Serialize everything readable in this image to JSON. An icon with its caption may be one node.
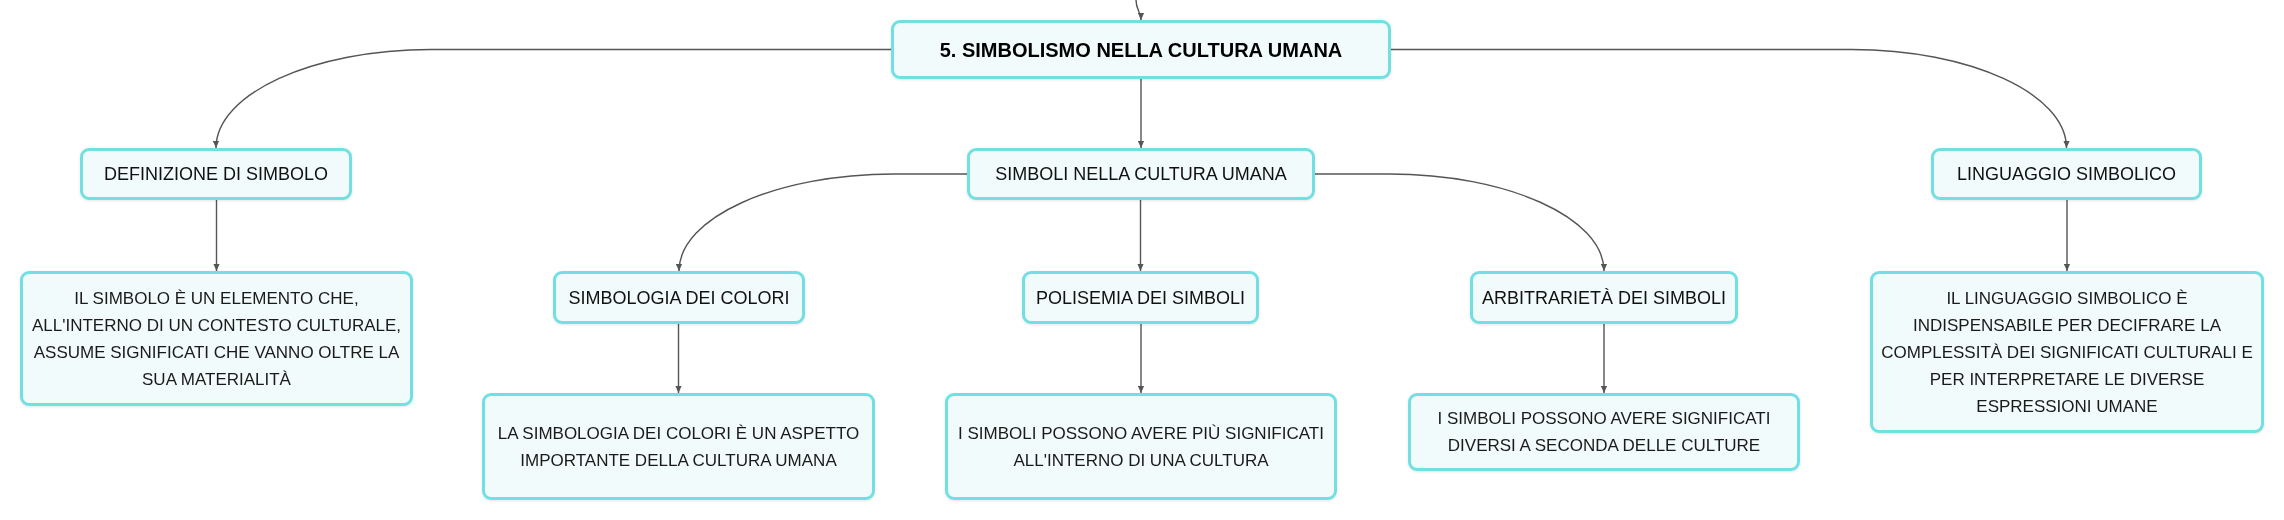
{
  "diagram": {
    "nodes": [
      {
        "text": [
          "5. SIMBOLISMO NELLA CULTURA UMANA"
        ]
      },
      {
        "text": [
          "DEFINIZIONE DI SIMBOLO"
        ]
      },
      {
        "text": [
          "SIMBOLI NELLA CULTURA UMANA"
        ]
      },
      {
        "text": [
          "LINGUAGGIO SIMBOLICO"
        ]
      },
      {
        "text": [
          "IL SIMBOLO È UN ELEMENTO CHE, ALL'INTERNO DI UN CONTESTO CULTURALE, ASSUME SIGNIFICATI CHE VANNO OLTRE LA SUA MATERIALITÀ"
        ]
      },
      {
        "text": [
          "SIMBOLOGIA DEI COLORI"
        ]
      },
      {
        "text": [
          "POLISEMIA DEI SIMBOLI"
        ]
      },
      {
        "text": [
          "ARBITRARIETÀ DEI SIMBOLI"
        ]
      },
      {
        "text": [
          "IL LINGUAGGIO SIMBOLICO È INDISPENSABILE PER DECIFRARE LA COMPLESSITÀ DEI SIGNIFICATI CULTURALI E PER INTERPRETARE LE DIVERSE ESPRESSIONI UMANE"
        ]
      },
      {
        "text": [
          "LA SIMBOLOGIA DEI COLORI È UN ASPETTO IMPORTANTE DELLA CULTURA UMANA"
        ]
      },
      {
        "text": [
          "I SIMBOLI POSSONO AVERE PIÙ SIGNIFICATI ALL'INTERNO DI UNA CULTURA"
        ]
      },
      {
        "text": [
          "I SIMBOLI POSSONO AVERE SIGNIFICATI DIVERSI A SECONDA DELLE CULTURE"
        ]
      }
    ],
    "edges": [
      {
        "from": null,
        "to": 0,
        "arrow": "to"
      },
      {
        "from": 0,
        "to": 1,
        "arrow": "to"
      },
      {
        "from": 0,
        "to": 2,
        "arrow": "to"
      },
      {
        "from": 0,
        "to": 3,
        "arrow": "to"
      },
      {
        "from": 1,
        "to": 4,
        "arrow": "to"
      },
      {
        "from": 2,
        "to": 5,
        "arrow": "to"
      },
      {
        "from": 2,
        "to": 6,
        "arrow": "to"
      },
      {
        "from": 2,
        "to": 7,
        "arrow": "to"
      },
      {
        "from": 3,
        "to": 8,
        "arrow": "to"
      },
      {
        "from": 5,
        "to": 9,
        "arrow": "to"
      },
      {
        "from": 6,
        "to": 10,
        "arrow": "to"
      },
      {
        "from": 7,
        "to": 11,
        "arrow": "to"
      }
    ]
  }
}
